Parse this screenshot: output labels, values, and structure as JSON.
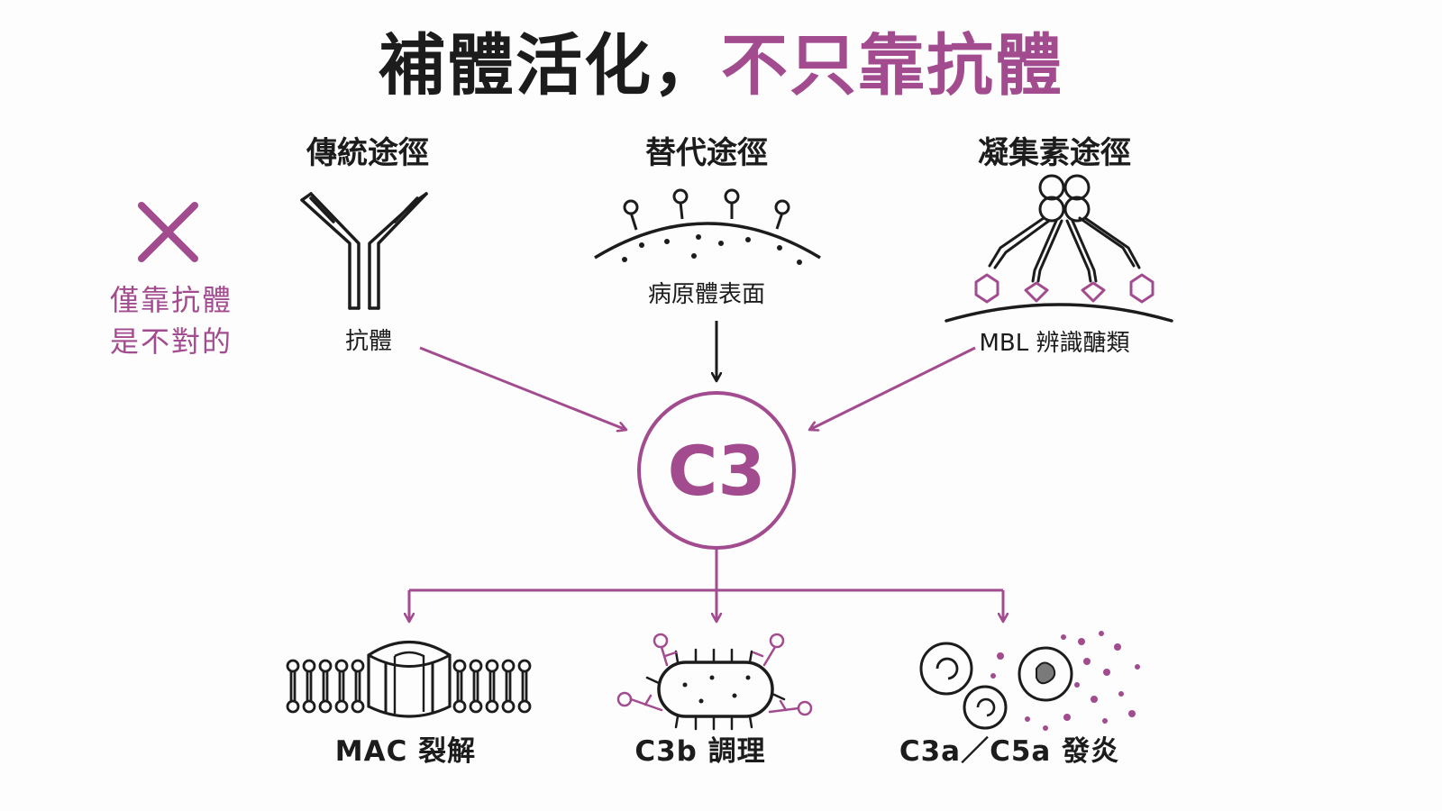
{
  "title": {
    "main": "補體活化，",
    "accent": "不只靠抗體"
  },
  "colors": {
    "accent": "#a24b8f",
    "ink": "#1c1c1c",
    "background": "#fdfdfd"
  },
  "note": {
    "icon": "cross-mark-icon",
    "line1": "僅靠抗體",
    "line2": "是不對的"
  },
  "pathways": [
    {
      "title": "傳統途徑",
      "icon": "antibody-icon",
      "caption": "抗體"
    },
    {
      "title": "替代途徑",
      "icon": "pathogen-surface-icon",
      "caption": "病原體表面"
    },
    {
      "title": "凝集素途徑",
      "icon": "mbl-lectin-icon",
      "caption": "MBL 辨識醣類"
    }
  ],
  "center": {
    "label": "C3"
  },
  "outcomes": [
    {
      "label": "MAC 裂解",
      "icon": "mac-pore-icon"
    },
    {
      "label": "C3b 調理",
      "icon": "opsonized-bacterium-icon"
    },
    {
      "label": "C3a／C5a 發炎",
      "icon": "inflammation-cells-icon"
    }
  ]
}
